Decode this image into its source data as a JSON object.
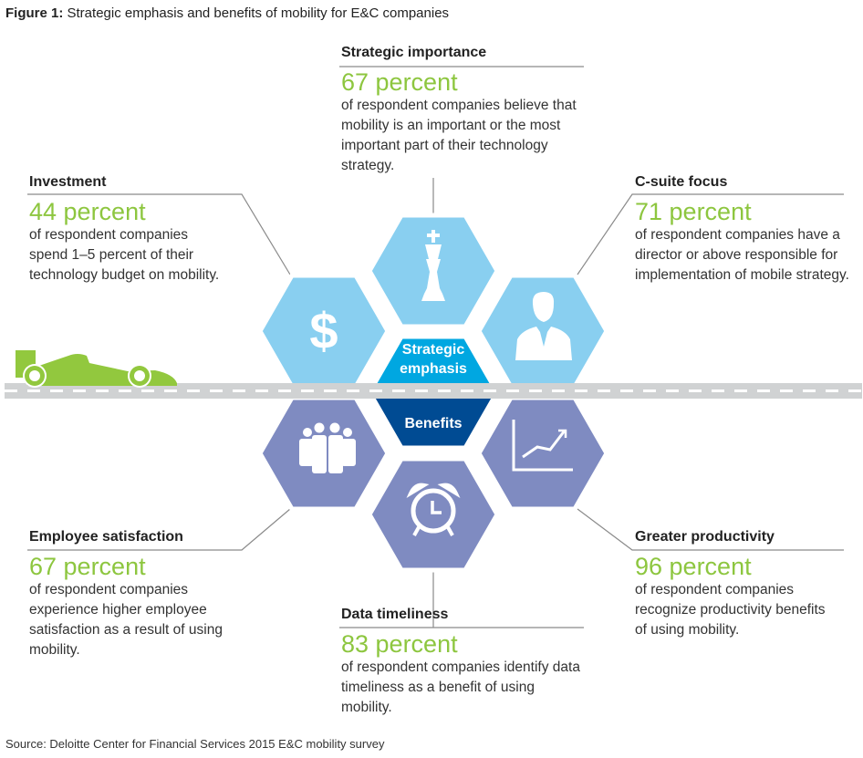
{
  "title": {
    "prefix": "Figure 1:",
    "text": " Strategic emphasis and benefits of mobility for E&C companies"
  },
  "center": {
    "top_label": "Strategic emphasis",
    "bottom_label": "Benefits"
  },
  "blocks": [
    {
      "id": "strategic-importance",
      "heading": "Strategic importance",
      "percent": "67 percent",
      "desc": "of respondent companies believe that mobility is an important or the most important part of their technology strategy.",
      "icon": "chess-king-icon"
    },
    {
      "id": "investment",
      "heading": "Investment",
      "percent": "44 percent",
      "desc": "of respondent companies spend 1–5 percent of their technology budget on mobility.",
      "icon": "dollar-icon"
    },
    {
      "id": "c-suite-focus",
      "heading": "C-suite focus",
      "percent": "71 percent",
      "desc": "of respondent companies have a director or above responsible for implementation of mobile strategy.",
      "icon": "businessman-icon"
    },
    {
      "id": "employee-satisfaction",
      "heading": "Employee satisfaction",
      "percent": "67 percent",
      "desc": "of respondent companies experience higher employee satisfaction as a result of using mobility.",
      "icon": "people-group-icon"
    },
    {
      "id": "greater-productivity",
      "heading": "Greater productivity",
      "percent": "96 percent",
      "desc": "of respondent companies recognize productivity benefits of using mobility.",
      "icon": "line-chart-icon"
    },
    {
      "id": "data-timeliness",
      "heading": "Data timeliness",
      "percent": "83 percent",
      "desc": "of respondent companies identify data timeliness as a benefit of using mobility.",
      "icon": "alarm-clock-icon"
    }
  ],
  "colors": {
    "light_blue": "#89cff0",
    "mid_blue": "#00a7e1",
    "dark_blue": "#004b93",
    "purple": "#7f8bc1",
    "green": "#92c83e",
    "road": "#d0d2d3"
  },
  "source": "Source: Deloitte Center for Financial Services 2015 E&C mobility survey"
}
